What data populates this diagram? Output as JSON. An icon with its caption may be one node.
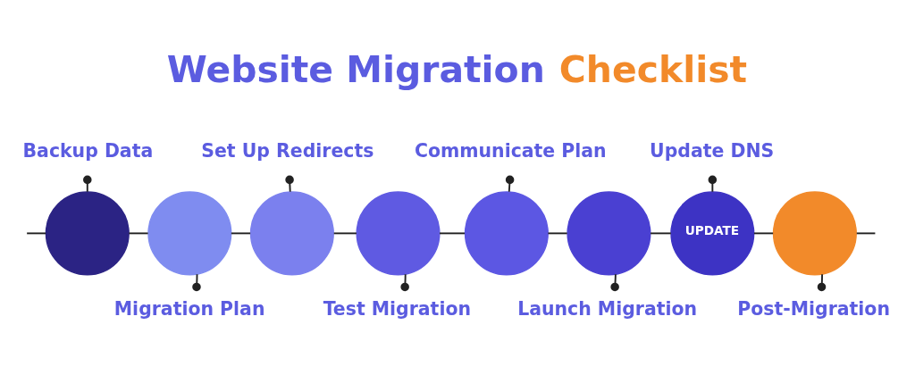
{
  "diagram": {
    "title": "Website Migration Checklist",
    "nodes": [
      {
        "text": [
          "Backup Data"
        ]
      },
      {
        "text": [],
        "shape": "circle"
      },
      {
        "text": [
          "Migration Plan"
        ]
      },
      {
        "text": [],
        "shape": "circle"
      },
      {
        "text": [
          "Set Up Redirects"
        ]
      },
      {
        "text": [],
        "shape": "circle"
      },
      {
        "text": [
          "Test Migration"
        ]
      },
      {
        "text": [],
        "shape": "circle"
      },
      {
        "text": [
          "Communicate Plan"
        ]
      },
      {
        "text": [],
        "shape": "circle"
      },
      {
        "text": [
          "Launch Migration"
        ]
      },
      {
        "text": [],
        "shape": "circle"
      },
      {
        "text": [
          "Update DNS"
        ]
      },
      {
        "text": [
          "UPDATE"
        ]
      },
      {
        "text": [
          "Post-Migration"
        ]
      },
      {
        "text": [],
        "shape": "circle"
      }
    ],
    "edges": [
      {
        "from": 0,
        "to": 1,
        "arrow": "other"
      },
      {
        "from": 2,
        "to": 3,
        "arrow": "other"
      },
      {
        "from": 4,
        "to": 5,
        "arrow": "other"
      },
      {
        "from": 6,
        "to": 7,
        "arrow": "other"
      },
      {
        "from": 8,
        "to": 9,
        "arrow": "other"
      },
      {
        "from": 10,
        "to": 11,
        "arrow": "other"
      },
      {
        "from": 12,
        "to": 13,
        "arrow": "other"
      },
      {
        "from": 14,
        "to": 15,
        "arrow": "other"
      },
      {
        "from": null,
        "to": 1,
        "arrow": "none"
      },
      {
        "from": 1,
        "to": 3,
        "arrow": "none"
      },
      {
        "from": 3,
        "to": 5,
        "arrow": "none"
      },
      {
        "from": 5,
        "to": 7,
        "arrow": "none"
      },
      {
        "from": 7,
        "to": 9,
        "arrow": "none"
      },
      {
        "from": 9,
        "to": 11,
        "arrow": "none"
      },
      {
        "from": 11,
        "to": 13,
        "arrow": "none"
      },
      {
        "from": 13,
        "to": 15,
        "arrow": "none"
      },
      {
        "from": 15,
        "to": null,
        "arrow": "none"
      }
    ]
  }
}
